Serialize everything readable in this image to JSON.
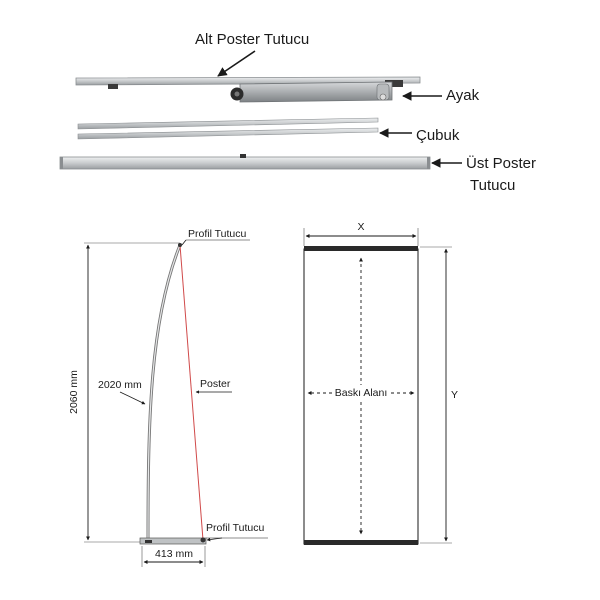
{
  "parts": {
    "bottom_holder": "Alt Poster Tutucu",
    "foot": "Ayak",
    "pole": "Çubuk",
    "top_holder_line1": "Üst Poster",
    "top_holder_line2": "Tutucu"
  },
  "side_view": {
    "profile_holder_top": "Profil Tutucu",
    "profile_holder_bottom": "Profil Tutucu",
    "height": "2060 mm",
    "pole_length": "2020 mm",
    "poster": "Poster",
    "base_depth": "413 mm"
  },
  "front_view": {
    "width": "X",
    "height": "Y",
    "print_area": "Baskı Alanı"
  },
  "colors": {
    "aluminium": "#c9ccce",
    "poster_line": "#d04a4a",
    "ink": "#1a1a1a"
  }
}
